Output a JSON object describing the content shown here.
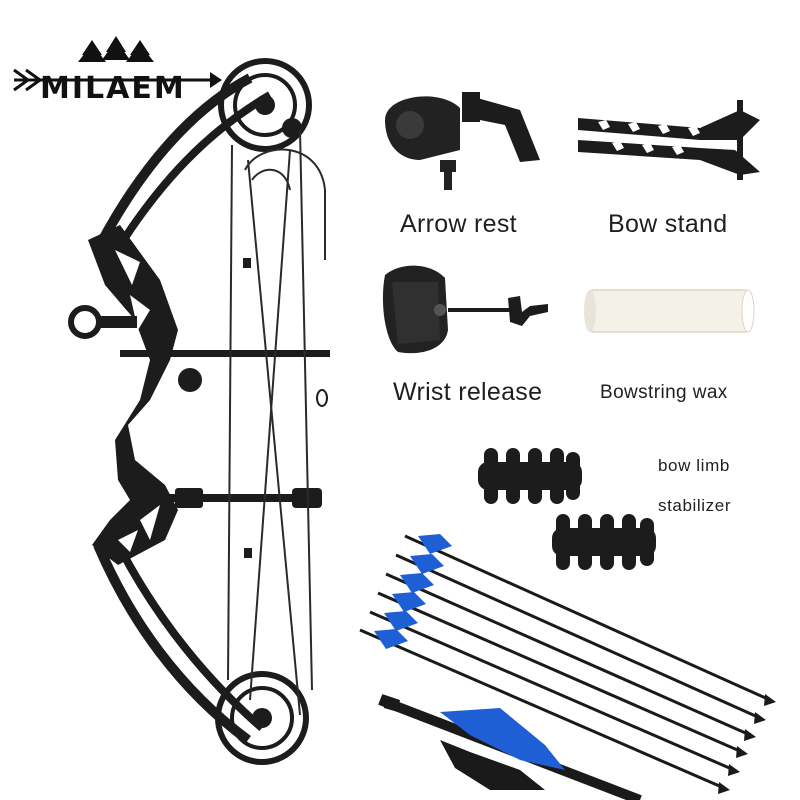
{
  "brand": {
    "name": "MILAEM"
  },
  "labels": {
    "arrow_rest": "Arrow rest",
    "bow_stand": "Bow stand",
    "wrist_release": "Wrist release",
    "bowstring_wax": "Bowstring wax",
    "bow_limb_line1": "bow limb",
    "bow_limb_line2": "stabilizer"
  },
  "colors": {
    "bow": "#1c1c1c",
    "fletching": "#1f5fd6",
    "wax": "#f4f1e8",
    "background": "#ffffff"
  },
  "icons": [
    "compound-bow",
    "arrow-rest",
    "bow-stand",
    "wrist-release",
    "bowstring-wax",
    "limb-stabilizer",
    "arrow"
  ],
  "arrow_count": 6
}
